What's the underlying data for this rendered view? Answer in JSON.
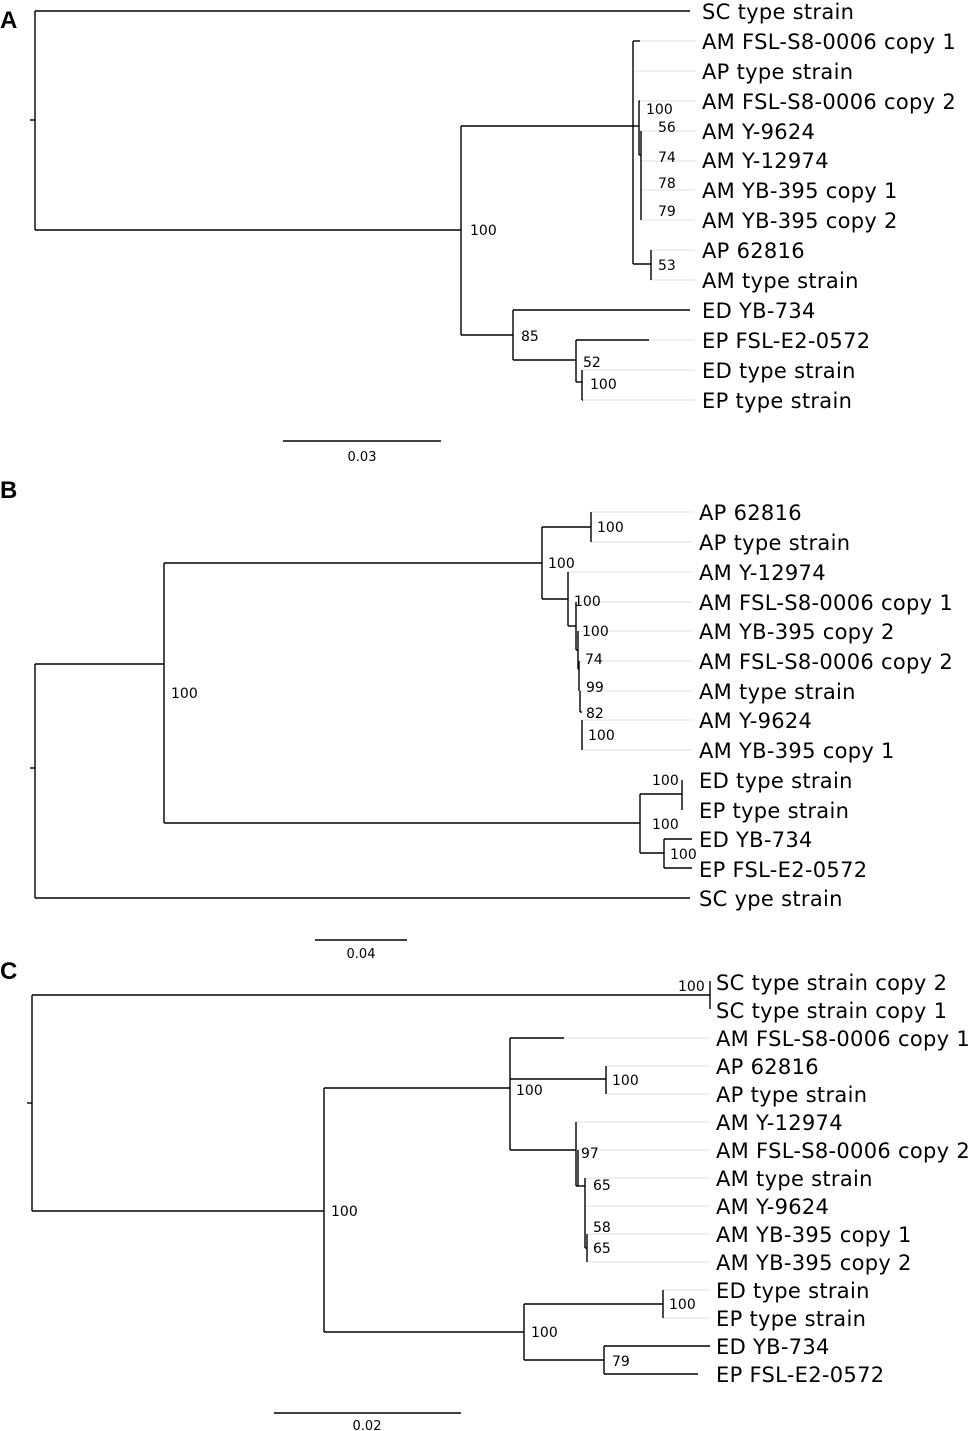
{
  "panels": [
    {
      "letter": "A",
      "scale_label": "0.03",
      "leaves": [
        "SC type strain",
        "AM FSL-S8-0006 copy 1",
        "AP type strain",
        "AM FSL-S8-0006 copy 2",
        "AM Y-9624",
        "AM Y-12974",
        "AM YB-395 copy 1",
        "AM YB-395 copy 2",
        "AP 62816",
        "AM type strain",
        "ED YB-734",
        "EP FSL-E2-0572",
        "ED type strain",
        "EP type strain"
      ],
      "support_values": [
        "100",
        "56",
        "74",
        "78",
        "79",
        "100",
        "53",
        "85",
        "52",
        "100"
      ]
    },
    {
      "letter": "B",
      "scale_label": "0.04",
      "leaves": [
        "AP 62816",
        "AP type strain",
        "AM Y-12974",
        "AM FSL-S8-0006 copy 1",
        "AM YB-395 copy 2",
        "AM FSL-S8-0006 copy 2",
        "AM type strain",
        "AM Y-9624",
        "AM YB-395 copy 1",
        "ED type strain",
        "EP type strain",
        "ED YB-734",
        "EP FSL-E2-0572",
        "SC ype strain"
      ],
      "support_values": [
        "100",
        "100",
        "100",
        "100",
        "74",
        "99",
        "82",
        "100",
        "100",
        "100",
        "100",
        "100"
      ]
    },
    {
      "letter": "C",
      "scale_label": "0.02",
      "leaves": [
        "SC type strain copy 2",
        "SC type strain copy 1",
        "AM FSL-S8-0006 copy 1",
        "AP 62816",
        "AP type strain",
        "AM Y-12974",
        "AM FSL-S8-0006 copy 2",
        "AM type strain",
        "AM Y-9624",
        "AM YB-395 copy 1",
        "AM YB-395 copy 2",
        "ED type strain",
        "EP type strain",
        "ED YB-734",
        "EP FSL-E2-0572"
      ],
      "support_values": [
        "100",
        "100",
        "100",
        "97",
        "65",
        "58",
        "65",
        "100",
        "100",
        "100",
        "79"
      ]
    }
  ]
}
